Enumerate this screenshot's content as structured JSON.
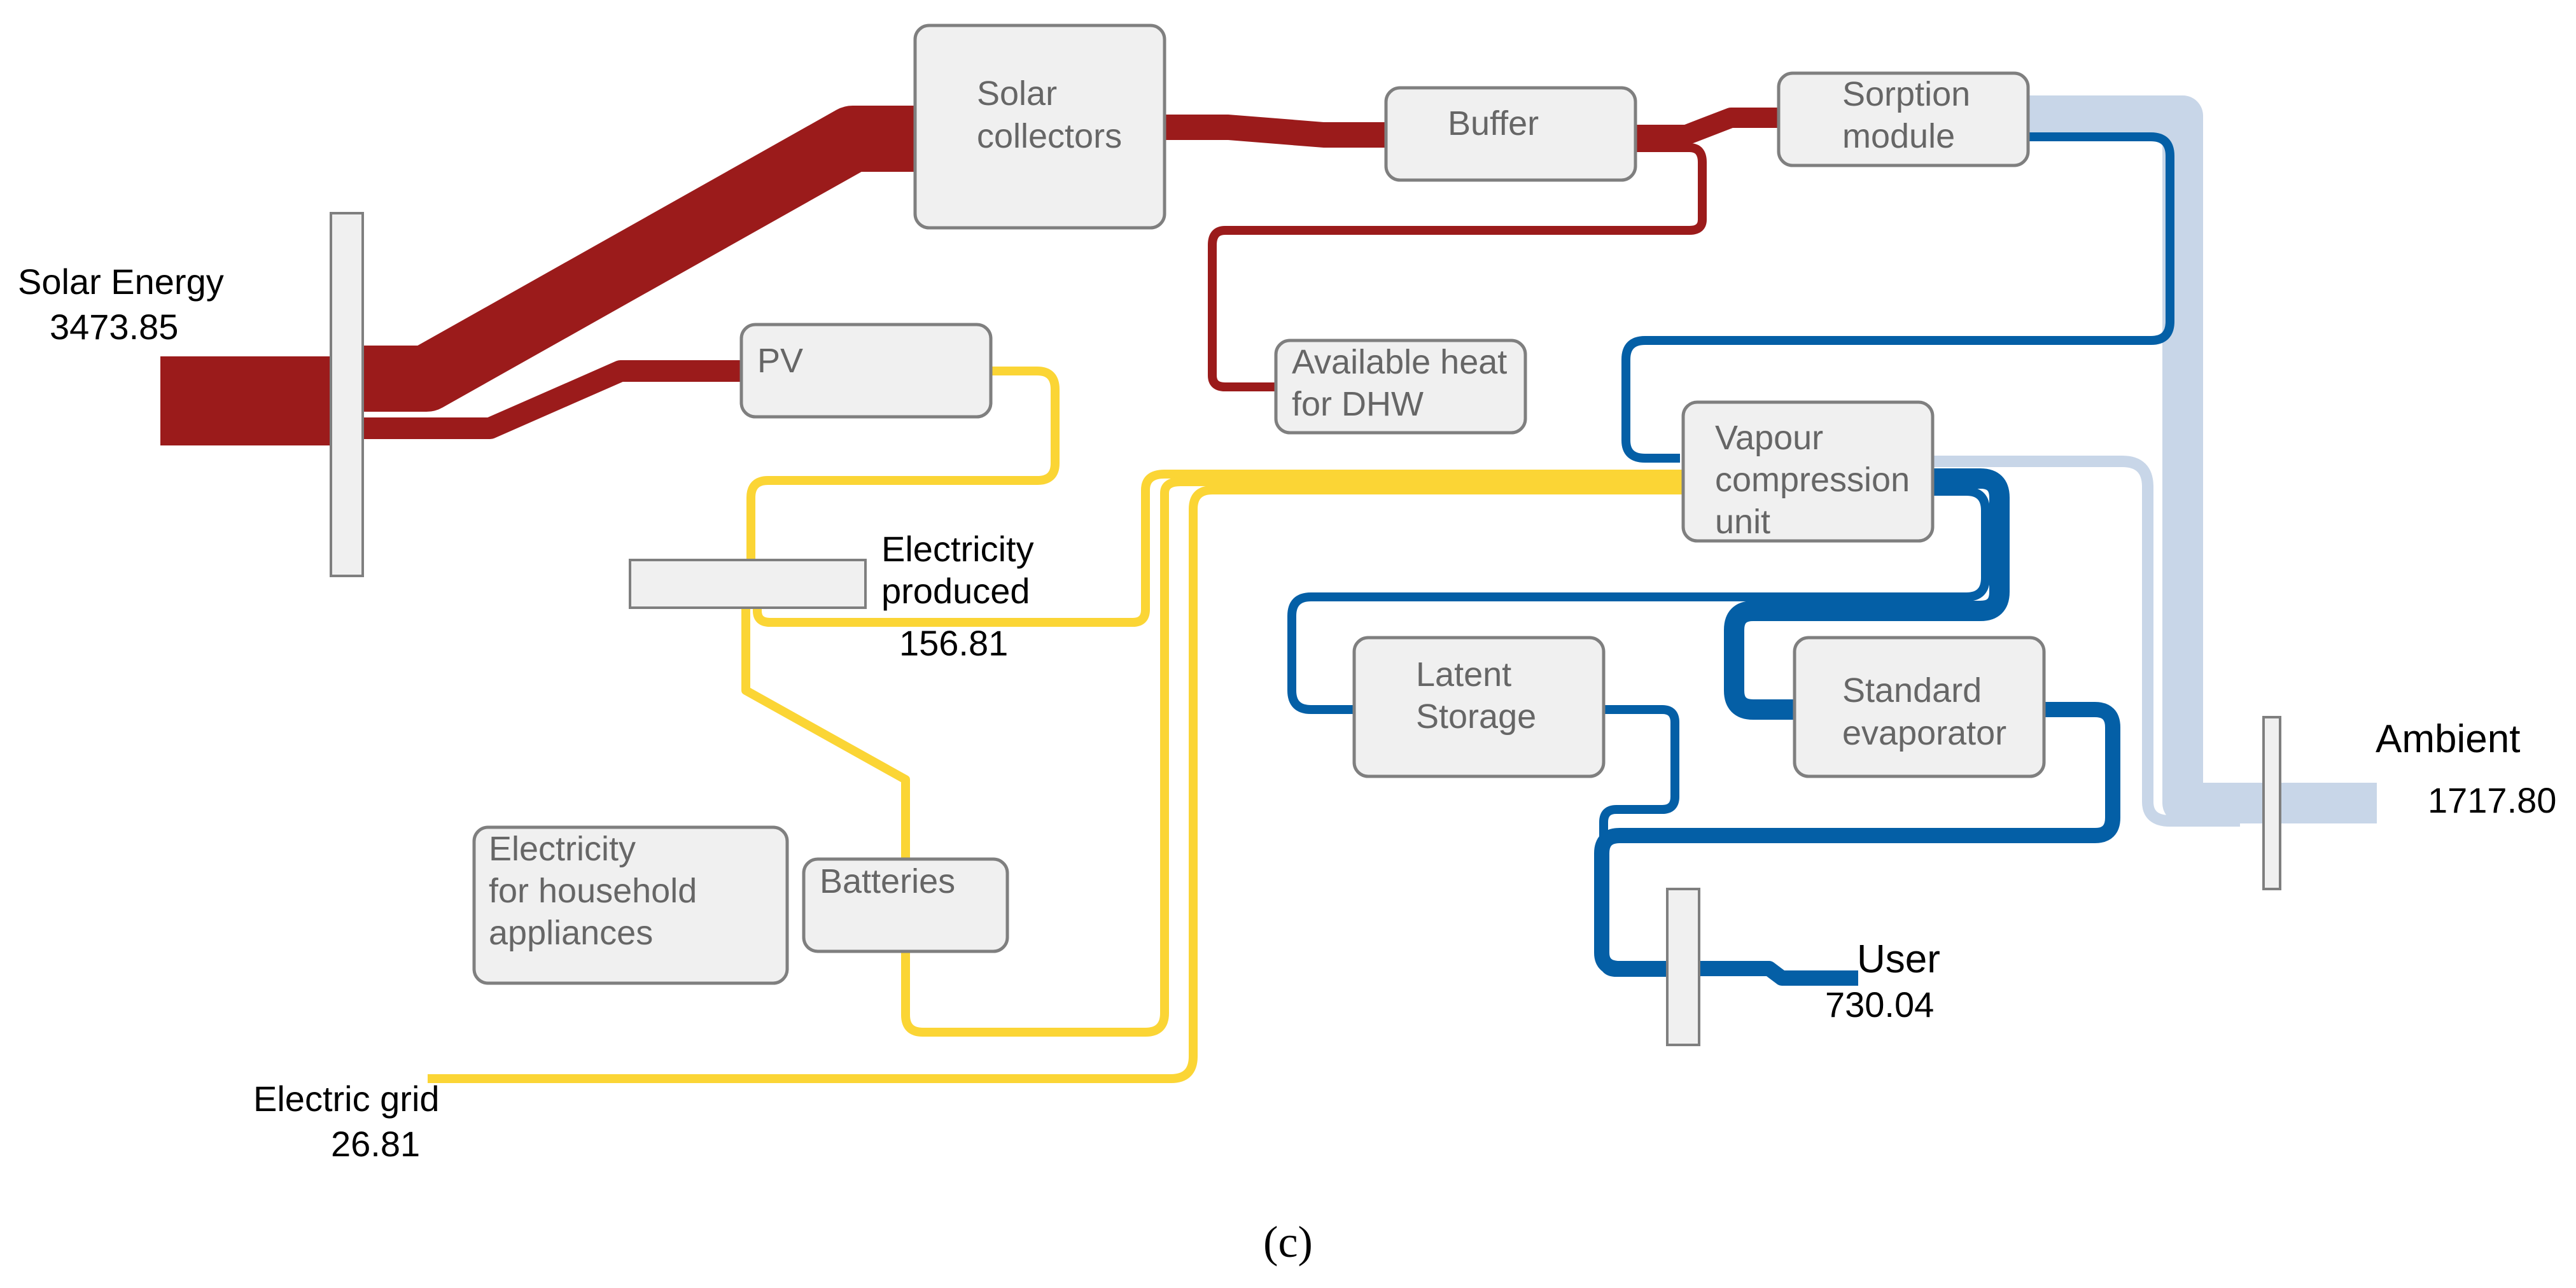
{
  "colors": {
    "thermal_hot": "#9b1b1b",
    "electric": "#fbd535",
    "cold": "#045fa6",
    "ambient": "#c8d6e8",
    "box_fill": "#f0f0f0",
    "box_stroke": "#7f7f7f",
    "box_text": "#666666"
  },
  "nodes": {
    "solar_collectors": [
      "Solar",
      "collectors"
    ],
    "buffer": [
      "Buffer"
    ],
    "sorption_module": [
      "Sorption",
      "module"
    ],
    "pv": [
      "PV"
    ],
    "available_heat": [
      "Available heat",
      "for DHW"
    ],
    "vapour_compression": [
      "Vapour",
      "compression",
      "unit"
    ],
    "latent_storage": [
      "Latent",
      "Storage"
    ],
    "standard_evaporator": [
      "Standard",
      "evaporator"
    ],
    "batteries": [
      "Batteries"
    ],
    "household": [
      "Electricity",
      "for household",
      "appliances"
    ]
  },
  "sources_sinks": {
    "solar_energy": {
      "label": "Solar Energy",
      "value": "3473.85"
    },
    "electricity_produced": {
      "label": [
        "Electricity",
        "produced"
      ],
      "value": "156.81"
    },
    "electric_grid": {
      "label": "Electric grid",
      "value": "26.81"
    },
    "user": {
      "label": "User",
      "value": "730.04"
    },
    "ambient": {
      "label": "Ambient",
      "value": "1717.80"
    }
  },
  "caption": "(c)"
}
